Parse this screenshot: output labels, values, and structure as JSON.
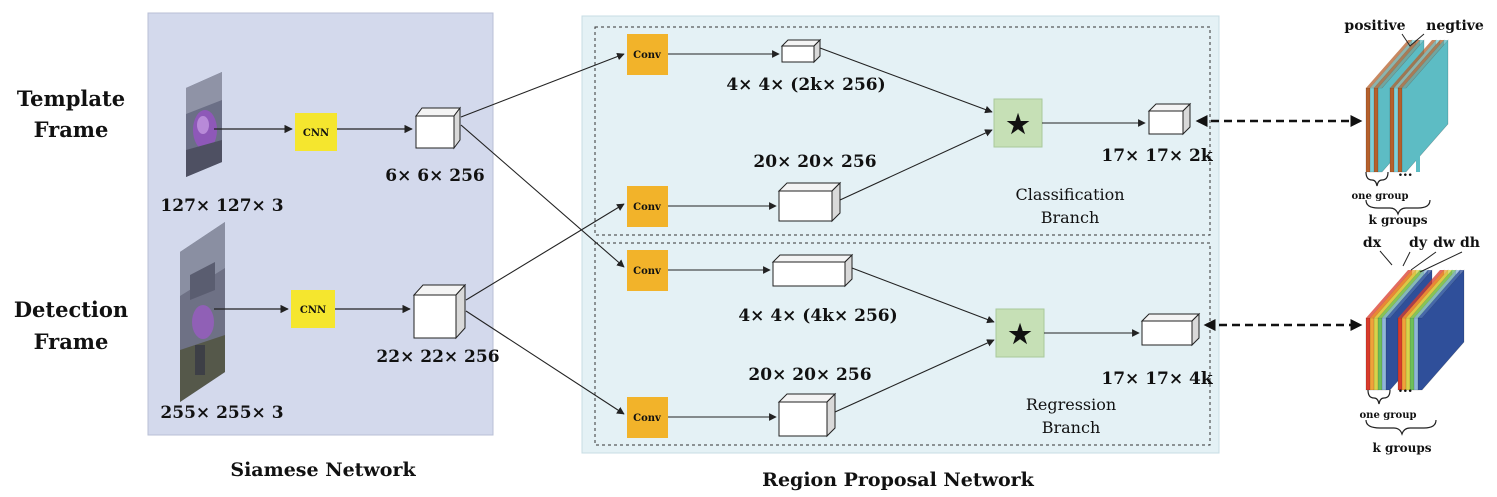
{
  "inputs": {
    "template_frame_label": "Template\nFrame",
    "detection_frame_label": "Detection\nFrame",
    "template_size": "127× 127× 3",
    "detection_size": "255× 255× 3"
  },
  "siamese": {
    "title": "Siamese Network",
    "cnn_label": "CNN",
    "template_feature_size": "6× 6× 256",
    "detection_feature_size": "22× 22× 256"
  },
  "rpn": {
    "title": "Region Proposal Network",
    "conv_label": "Conv",
    "cls_kernel_size": "4× 4× (2k× 256)",
    "cls_search_size": "20× 20× 256",
    "reg_kernel_size": "4× 4× (4k× 256)",
    "reg_search_size": "20× 20× 256",
    "corr_symbol": "★",
    "cls_output_size": "17× 17× 2k",
    "reg_output_size": "17× 17× 4k",
    "cls_branch_label": "Classification\nBranch",
    "reg_branch_label": "Regression\nBranch"
  },
  "outputs": {
    "cls_channels": [
      "positive",
      "negtive"
    ],
    "reg_channels": [
      "dx",
      "dy",
      "dw",
      "dh"
    ],
    "one_group": "one group",
    "k_groups": "k groups",
    "ellipsis": "..."
  },
  "colors": {
    "siamese_bg": "#d3d9ec",
    "rpn_bg": "#e4f1f5",
    "cnn_box": "#f5e62e",
    "conv_box": "#f2b32a",
    "corr_box": "#c6e0b6"
  }
}
